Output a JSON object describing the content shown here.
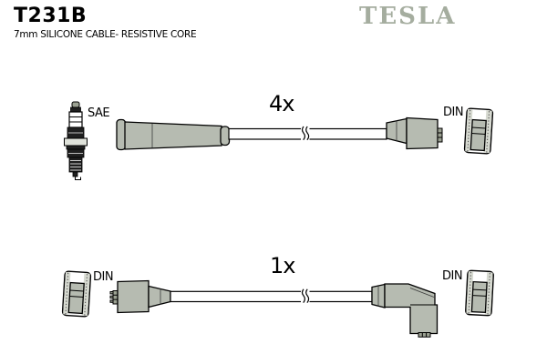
{
  "header": {
    "part_number": "T231B",
    "description": "7mm SILICONE CABLE- RESISTIVE CORE",
    "brand": "TESLA"
  },
  "colors": {
    "connector_gray": "#b6bbb1",
    "connector_dark": "#9ba192",
    "logo_gray": "#a5ad9f",
    "stipple": "#d6d9d0",
    "outline": "#000000"
  },
  "icons": {
    "top_left_component": "spark-plug-icon",
    "top_boot": "straight-boot-icon",
    "top_right_plug": "din-plug-icon",
    "terminal_sleeve": "din-terminal-sleeve-icon",
    "bottom_right_boot": "elbow-boot-90-icon",
    "cable_break": "break-mark-icon"
  },
  "assemblies": [
    {
      "quantity": "4x",
      "left_label": "SAE",
      "right_label": "DIN"
    },
    {
      "quantity": "1x",
      "left_label": "DIN",
      "right_label": "DIN"
    }
  ]
}
